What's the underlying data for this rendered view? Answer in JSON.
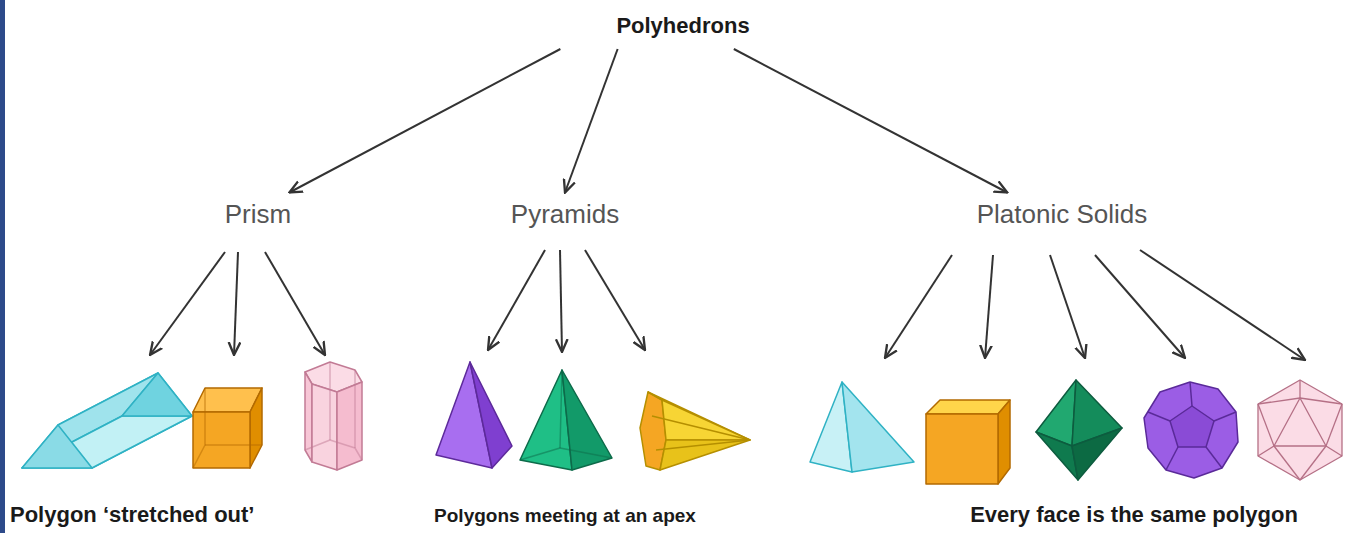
{
  "diagram": {
    "nodes": [
      {
        "text": [
          "Polyhedrons"
        ]
      },
      {
        "text": [
          "Prism"
        ]
      },
      {
        "text": [
          "Pyramids"
        ]
      },
      {
        "text": [
          "Platonic Solids"
        ]
      }
    ],
    "edges": [
      {
        "from": 0,
        "to": 1,
        "arrow": "to"
      },
      {
        "from": 0,
        "to": 2,
        "arrow": "to"
      },
      {
        "from": 0,
        "to": 3,
        "arrow": "to"
      }
    ],
    "labels": [
      "Polygon ‘stretched out’",
      "Polygons meeting at an apex",
      "Every face is the same polygon"
    ]
  }
}
